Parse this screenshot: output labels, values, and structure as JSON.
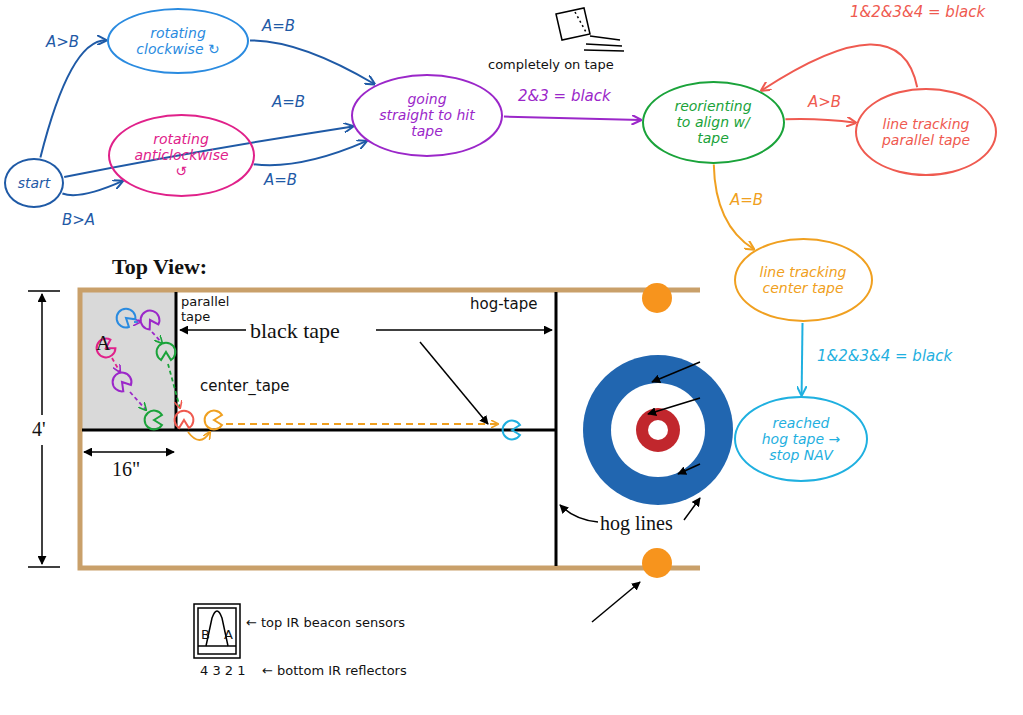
{
  "diagram": {
    "nodes": [
      {
        "text": [
          "start"
        ]
      },
      {
        "text": [
          "rotating clockwise ↻"
        ]
      },
      {
        "text": [
          "rotating anticlockwise ↺"
        ]
      },
      {
        "text": [
          "going straight to hit tape"
        ]
      },
      {
        "text": [
          "reorienting to align w/ tape"
        ]
      },
      {
        "text": [
          "line tracking parallel tape"
        ]
      },
      {
        "text": [
          "line tracking center tape"
        ]
      },
      {
        "text": [
          "reached hog tape → stop NAV"
        ]
      }
    ],
    "edges": [
      {
        "from": 0,
        "to": 1,
        "label": "A>B",
        "arrow": "to"
      },
      {
        "from": 1,
        "to": 3,
        "label": "A=B",
        "arrow": "to"
      },
      {
        "from": 0,
        "to": 3,
        "label": "A=B",
        "arrow": "to"
      },
      {
        "from": 0,
        "to": 2,
        "label": "B>A",
        "arrow": "to"
      },
      {
        "from": 2,
        "to": 3,
        "label": "A=B",
        "arrow": "to"
      },
      {
        "from": 3,
        "to": 4,
        "label": "2&3 = black",
        "arrow": "to"
      },
      {
        "from": 4,
        "to": 5,
        "label": "A>B",
        "arrow": "to"
      },
      {
        "from": 5,
        "to": 4,
        "label": "1&2&3&4 = black",
        "arrow": "to"
      },
      {
        "from": 4,
        "to": 6,
        "label": "A=B",
        "arrow": "to"
      },
      {
        "from": 6,
        "to": 7,
        "label": "1&2&3&4 = black",
        "arrow": "to"
      }
    ],
    "labels": [
      "completely on tape",
      "Top View:",
      "A",
      "parallel tape",
      "hog-tape",
      "black tape",
      "center_tape",
      "4'",
      "16\"",
      "hog lines",
      "B",
      "A",
      "← top IR beacon sensors",
      "4 3 2 1",
      "← bottom IR reflectors"
    ]
  }
}
